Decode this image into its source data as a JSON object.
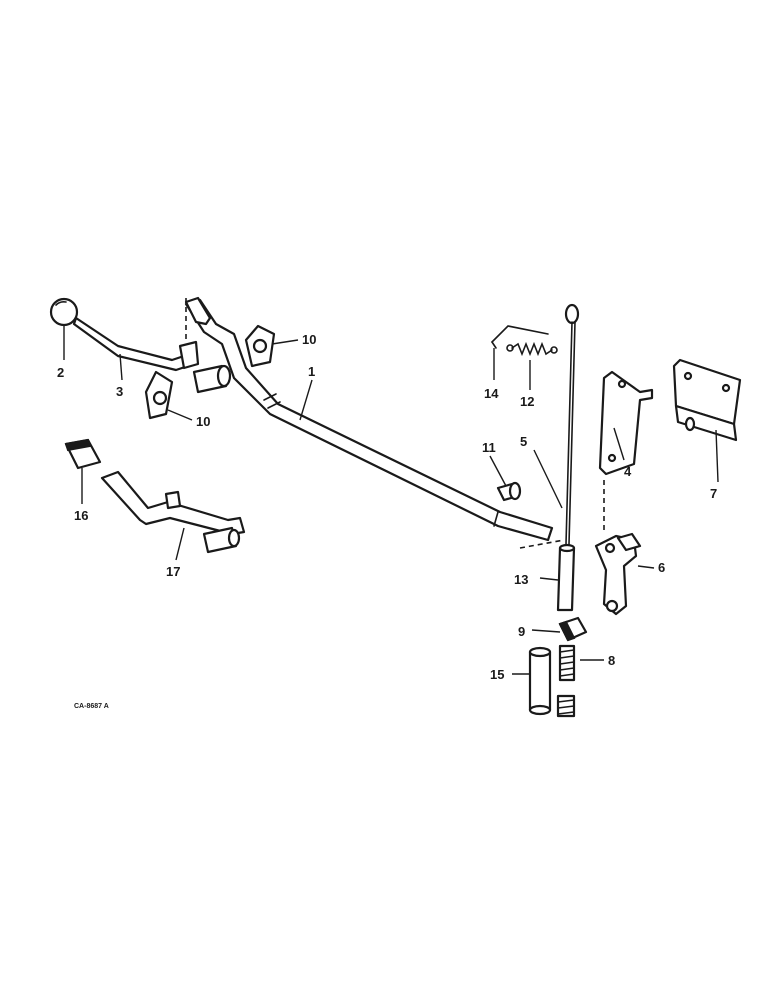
{
  "diagram": {
    "reference_code": "CA-8687 A",
    "callouts": [
      {
        "id": "1",
        "label": "1"
      },
      {
        "id": "2",
        "label": "2"
      },
      {
        "id": "3",
        "label": "3"
      },
      {
        "id": "4",
        "label": "4"
      },
      {
        "id": "5",
        "label": "5"
      },
      {
        "id": "6",
        "label": "6"
      },
      {
        "id": "7",
        "label": "7"
      },
      {
        "id": "8",
        "label": "8"
      },
      {
        "id": "9",
        "label": "9"
      },
      {
        "id": "10a",
        "label": "10"
      },
      {
        "id": "10b",
        "label": "10"
      },
      {
        "id": "11",
        "label": "11"
      },
      {
        "id": "12",
        "label": "12"
      },
      {
        "id": "13",
        "label": "13"
      },
      {
        "id": "14",
        "label": "14"
      },
      {
        "id": "15",
        "label": "15"
      },
      {
        "id": "16",
        "label": "16"
      },
      {
        "id": "17",
        "label": "17"
      }
    ]
  }
}
